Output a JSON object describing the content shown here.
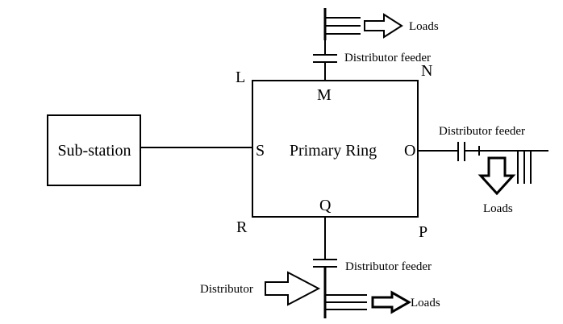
{
  "diagram": {
    "substation": {
      "label": "Sub-station"
    },
    "ring": {
      "label": "Primary Ring",
      "corners": {
        "top_left": "L",
        "top_right": "N",
        "bottom_left": "R",
        "bottom_right": "P"
      },
      "points": {
        "top": "M",
        "left": "S",
        "right": "O",
        "bottom": "Q"
      }
    },
    "feeders": {
      "top": {
        "feeder_label": "Distributor feeder",
        "loads_label": "Loads"
      },
      "right": {
        "feeder_label": "Distributor feeder",
        "loads_label": "Loads"
      },
      "bottom": {
        "feeder_label": "Distributor feeder",
        "loads_label": "Loads",
        "distributor_label": "Distributor"
      }
    },
    "colors": {
      "line": "#000000",
      "background": "#ffffff"
    }
  }
}
